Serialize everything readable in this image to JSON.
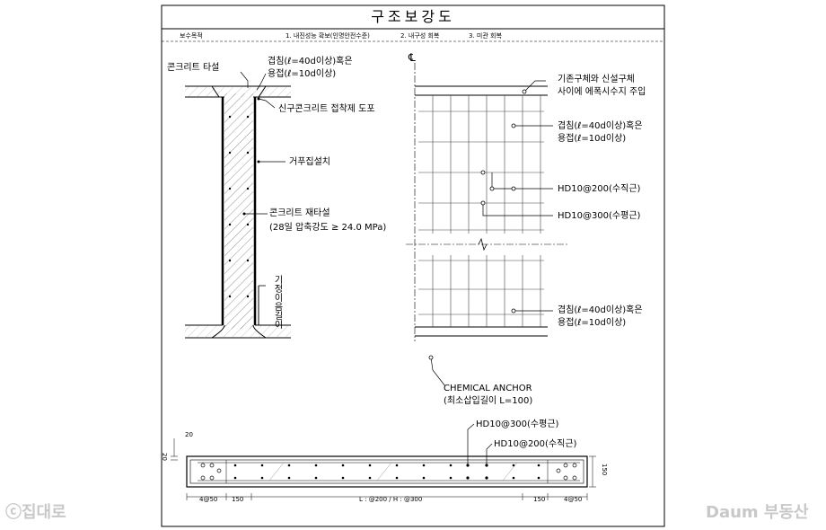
{
  "title": "구조보강도",
  "purpose": {
    "label": "보수목적",
    "item1": "1. 내진성능 확보(인명안전수준)",
    "item2": "2. 내구성 회복",
    "item3": "3. 미관 회복"
  },
  "section": {
    "concrete_pour": "콘크리트 타설",
    "lap_line1": "겹침(ℓ=40d이상)혹은",
    "lap_line2": "용접(ℓ=10d이상)",
    "adhesive": "신구콘크리트 접착제 도포",
    "formwork": "거푸집설치",
    "recast_line1": "콘크리트 재타설",
    "recast_line2": "(28일 압축강도 ≥ 24.0 MPa)",
    "vertical_note": "기정이음길이"
  },
  "elevation": {
    "centerline": "℄",
    "inject_line1": "기존구체와 신설구체",
    "inject_line2": "사이에 에폭시수지 주입",
    "lap_top_line1": "겹침(ℓ=40d이상)혹은",
    "lap_top_line2": "용접(ℓ=10d이상)",
    "vert_bar": "HD10@200(수직근)",
    "horiz_bar": "HD10@300(수평근)",
    "lap_bot_line1": "겹침(ℓ=40d이상)혹은",
    "lap_bot_line2": "용접(ℓ=10d이상)",
    "anchor_line1": "CHEMICAL ANCHOR",
    "anchor_line2": "(최소삽입길이 L=100)"
  },
  "plan": {
    "horiz_bar": "HD10@300(수평근)",
    "vert_bar": "HD10@200(수직근)",
    "dim_20a": "20",
    "dim_20b": "20",
    "dim_150_right": "150",
    "dim_4at50_left": "4@50",
    "dim_150_left": "150",
    "dim_center": "L : @200 / H : @300",
    "dim_150_r2": "150",
    "dim_4at50_right": "4@50"
  },
  "watermarks": {
    "left": "ⓒ집대로",
    "right": "Daum 부동산"
  }
}
